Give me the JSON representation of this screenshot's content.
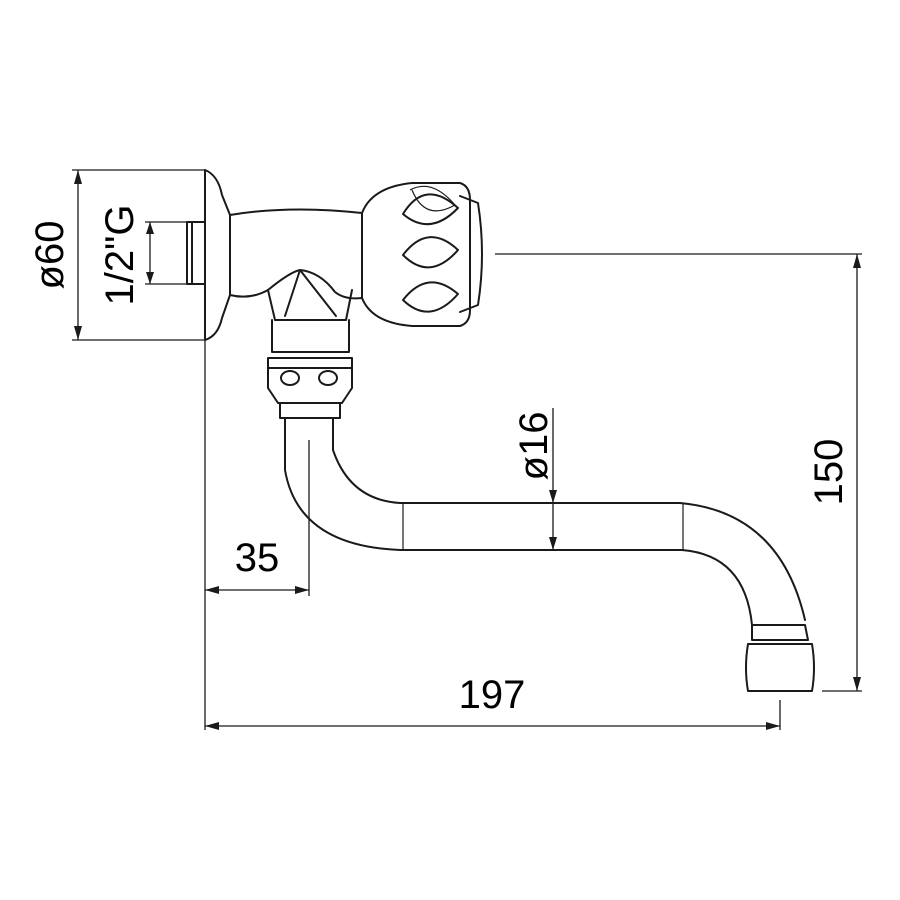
{
  "drawing": {
    "subject": "wall-mounted tap with swivel spout",
    "dimensions": {
      "flange_diameter": "ø60",
      "thread": "1/2\"G",
      "spout_diameter": "ø16",
      "height": "150",
      "spout_offset": "35",
      "total_length": "197"
    }
  }
}
